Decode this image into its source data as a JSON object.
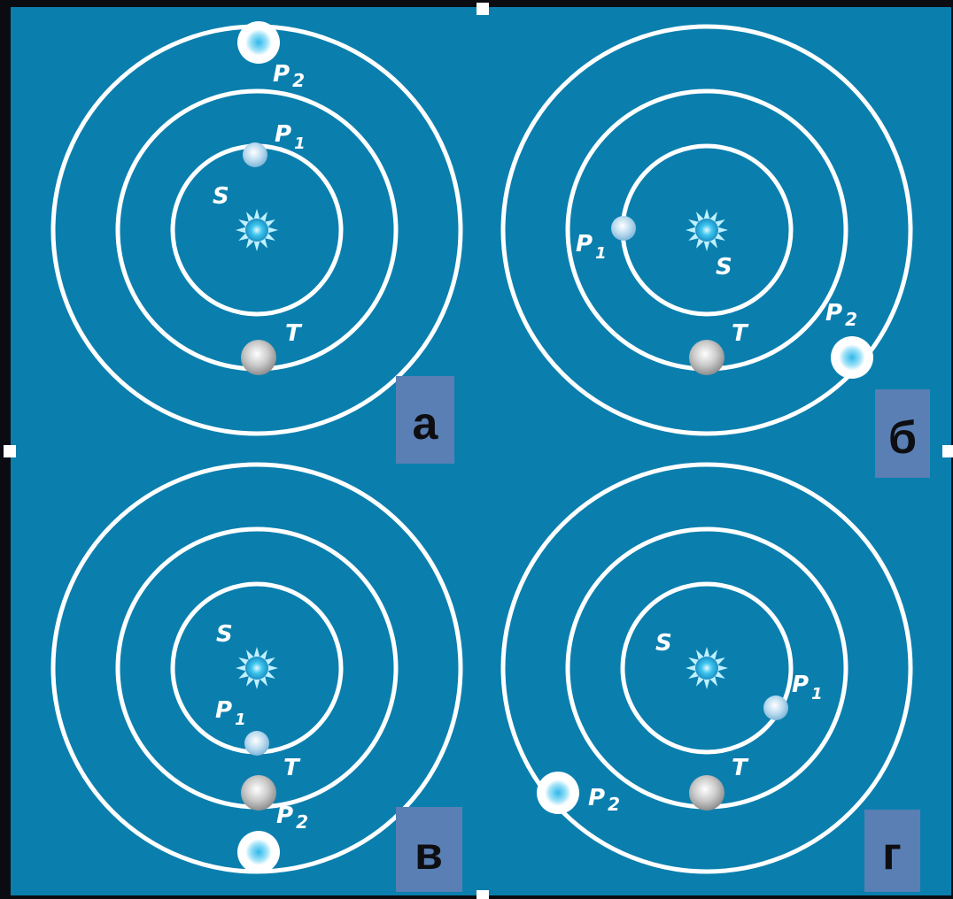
{
  "colors": {
    "background": "#0a7fae",
    "orbit": "#ffffff",
    "label_box": "#5a7fb4",
    "sun": "#3ec6ef",
    "planet_inner": "#b6d8ee",
    "planet_earth": "#c9c9c9",
    "planet_outer": "#ffffff"
  },
  "body_labels": {
    "sun": "S",
    "earth": "T",
    "inner_planet_main": "P",
    "inner_planet_sub": "1",
    "outer_planet_main": "P",
    "outer_planet_sub": "2"
  },
  "panels": [
    {
      "letter": "а",
      "icons": [
        "sun-icon",
        "planet-icon"
      ]
    },
    {
      "letter": "б",
      "icons": [
        "sun-icon",
        "planet-icon"
      ]
    },
    {
      "letter": "в",
      "icons": [
        "sun-icon",
        "planet-icon"
      ]
    },
    {
      "letter": "г",
      "icons": [
        "sun-icon",
        "planet-icon"
      ]
    }
  ]
}
